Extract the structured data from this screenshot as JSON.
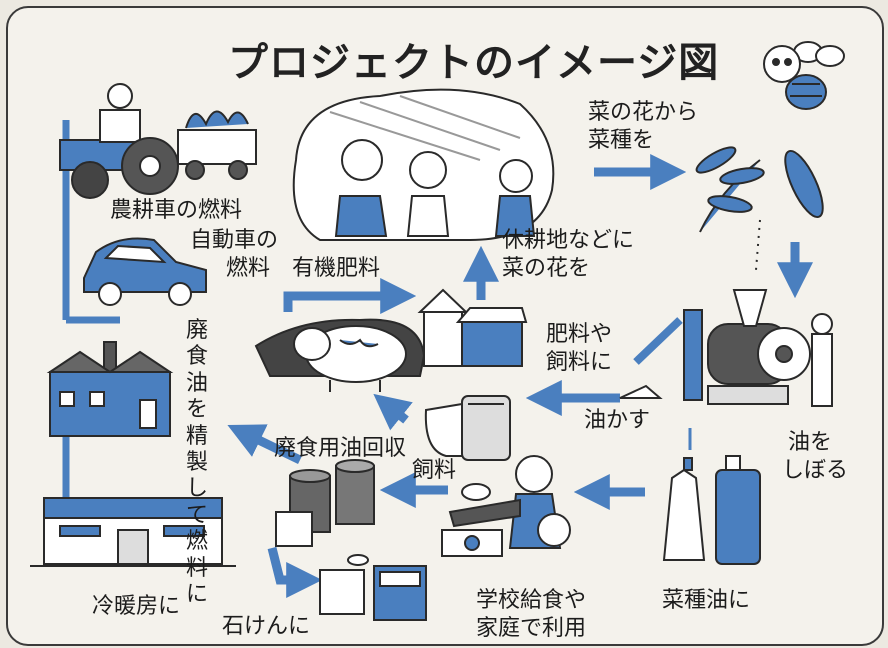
{
  "title": "プロジェクトのイメージ図",
  "labels": {
    "tractor_fuel": "農耕車の燃料",
    "car_fuel_1": "自動車の",
    "car_fuel_2": "燃料",
    "organic_fertilizer": "有機肥料",
    "fallow_1": "休耕地などに",
    "fallow_2": "菜の花を",
    "from_flower_1": "菜の花から",
    "from_flower_2": "菜種を",
    "fertilizer_feed_1": "肥料や",
    "fertilizer_feed_2": "飼料に",
    "oil_cake": "油かす",
    "press_1": "油を",
    "press_2": "しぼる",
    "refine": "廃食油を精製して燃料に",
    "waste_oil": "廃食用油回収",
    "feed": "飼料",
    "heating": "冷暖房に",
    "soap": "石けんに",
    "school_1": "学校給食や",
    "school_2": "家庭で利用",
    "rapeseed_oil": "菜種油に"
  },
  "colors": {
    "accent": "#4a7fbf",
    "ink": "#2a2a2a",
    "paper": "#f4f2ec"
  },
  "icons": [
    "bee-icon",
    "tractor-icon",
    "car-icon",
    "factory-icon",
    "building-icon",
    "farmers-icon",
    "cow-icon",
    "barn-icon",
    "rapeseed-icon",
    "oil-press-icon",
    "oil-bottles-icon",
    "cooking-family-icon",
    "feed-bags-icon",
    "oil-drums-icon",
    "soap-icon"
  ]
}
